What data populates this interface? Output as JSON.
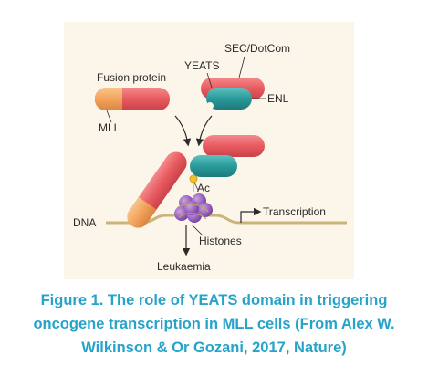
{
  "figure": {
    "labels": {
      "fusion_protein": "Fusion protein",
      "yeats": "YEATS",
      "sec_dotcom": "SEC/DotCom",
      "enl": "ENL",
      "mll": "MLL",
      "ac": "Ac",
      "transcription": "Transcription",
      "dna": "DNA",
      "histones": "Histones",
      "leukaemia": "Leukaemia"
    },
    "colors": {
      "background": "#fbf6e9",
      "red_protein": "#e85a5f",
      "orange_protein": "#f3a35c",
      "teal_protein": "#2a9a9a",
      "histone": "#9a63be",
      "dna": "#c9b47a",
      "acetyl": "#f2c12e"
    }
  },
  "caption": {
    "line1": "Figure 1. The role of YEATS domain in triggering",
    "line2": "oncogene transcription in MLL cells (From Alex W.",
    "line3": "Wilkinson & Or Gozani, 2017, Nature)",
    "color": "#27a3c9"
  }
}
